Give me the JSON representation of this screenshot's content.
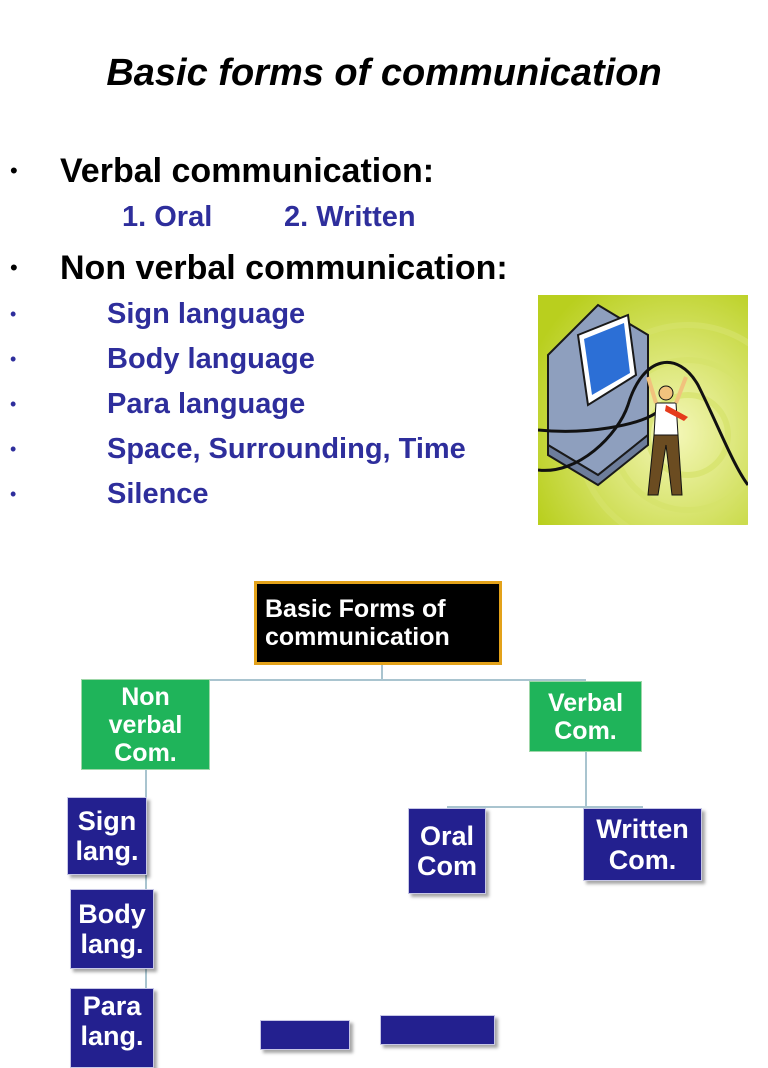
{
  "title": "Basic forms of communication",
  "bullets": {
    "verbal": {
      "label": "Verbal communication:",
      "items": [
        "1. Oral",
        "2.  Written"
      ]
    },
    "nonverbal": {
      "label": "Non verbal communication:",
      "items": [
        "Sign language",
        "Body language",
        "Para language",
        "Space, Surrounding, Time",
        "Silence"
      ]
    }
  },
  "bullet_symbol": "•",
  "clipart_icon": "man-pulling-cable-from-computer-illustration",
  "chart": {
    "root": "Basic Forms of communication",
    "nonverbal_node": "Non verbal Com.",
    "verbal_node": "Verbal Com.",
    "nonverbal_children": [
      "Sign lang.",
      "Body lang.",
      "Para lang."
    ],
    "verbal_children": [
      "Oral Com",
      "Written Com."
    ]
  },
  "colors": {
    "bullet_blue": "#2e2e9c",
    "root_box": "#000000",
    "root_border": "#e3a21a",
    "green_box": "#1fb45a",
    "navy_box": "#23208f",
    "connector": "#a9c4cf"
  }
}
